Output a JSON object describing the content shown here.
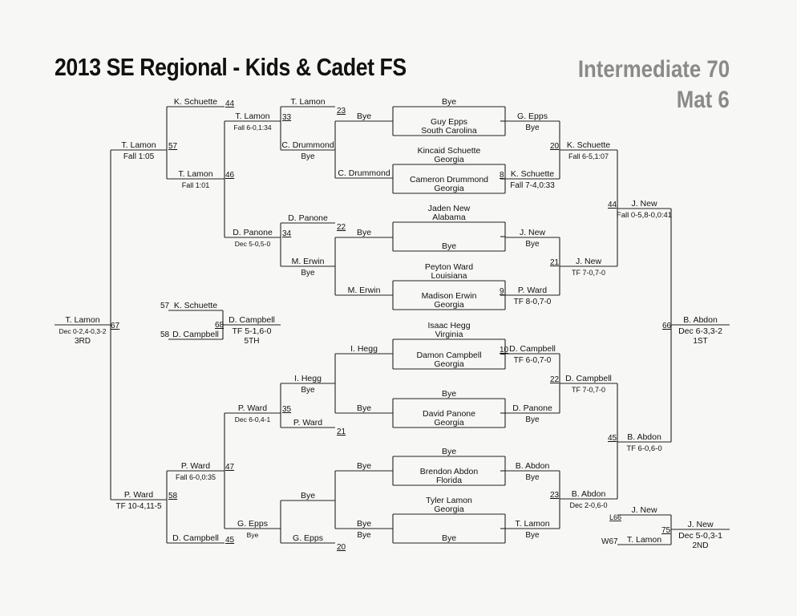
{
  "header": {
    "title": "2013 SE Regional - Kids & Cadet FS",
    "division": "Intermediate 70",
    "mat": "Mat 6"
  },
  "wrestlers": [
    {
      "name": "Guy Epps",
      "state": "South Carolina"
    },
    {
      "name": "Kincaid Schuette",
      "state": "Georgia"
    },
    {
      "name": "Cameron Drummond",
      "state": "Georgia"
    },
    {
      "name": "Jaden New",
      "state": "Alabama"
    },
    {
      "name": "Peyton Ward",
      "state": "Louisiana"
    },
    {
      "name": "Madison Erwin",
      "state": "Georgia"
    },
    {
      "name": "Isaac Hegg",
      "state": "Virginia"
    },
    {
      "name": "Damon Campbell",
      "state": "Georgia"
    },
    {
      "name": "David Panone",
      "state": "Georgia"
    },
    {
      "name": "Brendon Abdon",
      "state": "Florida"
    },
    {
      "name": "Tyler Lamon",
      "state": "Georgia"
    }
  ],
  "bye_label": "Bye",
  "championship": {
    "r1_right": [
      {
        "name": "G. Epps",
        "sub": "Bye"
      },
      {
        "name": "K. Schuette",
        "sub": "Fall 7-4,0:33",
        "bout": "8"
      },
      {
        "name": "J. New",
        "sub": "Bye"
      },
      {
        "name": "P. Ward",
        "sub": "TF 8-0,7-0",
        "bout": "9"
      },
      {
        "name": "D. Campbell",
        "sub": "TF 6-0,7-0",
        "bout": "10"
      },
      {
        "name": "D. Panone",
        "sub": "Bye"
      },
      {
        "name": "B. Abdon",
        "sub": "Bye"
      },
      {
        "name": "T. Lamon",
        "sub": "Bye"
      }
    ],
    "quarters": [
      {
        "name": "K. Schuette",
        "sub": "Fall 6-5,1:07",
        "bout": "20"
      },
      {
        "name": "J. New",
        "sub": "TF 7-0,7-0",
        "bout": "21"
      },
      {
        "name": "D. Campbell",
        "sub": "TF 7-0,7-0",
        "bout": "22"
      },
      {
        "name": "B. Abdon",
        "sub": "Dec 2-0,6-0",
        "bout": "23"
      }
    ],
    "semis": [
      {
        "name": "J. New",
        "sub": "Fall 0-5,8-0,0:41",
        "bout": "44"
      },
      {
        "name": "B. Abdon",
        "sub": "TF 6-0,6-0",
        "bout": "45"
      }
    ],
    "final": {
      "name": "B. Abdon",
      "sub": "Dec 6-3,3-2",
      "place": "1ST",
      "bout": "66"
    }
  },
  "second": {
    "top": {
      "name": "J. New",
      "bout": "L66"
    },
    "bottom": {
      "name": "T. Lamon",
      "bout": "W67"
    },
    "result": {
      "name": "J. New",
      "sub": "Dec 5-0,3-1",
      "place": "2ND",
      "bout": "75"
    }
  },
  "consolation": {
    "c1": [
      {
        "name": "T. Lamon",
        "bout": "23"
      },
      {
        "name": "C. Drummond",
        "sub": "Bye"
      },
      {
        "name": "C. Drummond"
      },
      {
        "name": "D. Panone",
        "bout": "22"
      },
      {
        "name": "M. Erwin",
        "sub": "Bye"
      },
      {
        "name": "M. Erwin"
      },
      {
        "name": "I. Hegg"
      },
      {
        "name": "I. Hegg",
        "sub": "Bye"
      },
      {
        "name": "P. Ward",
        "bout": "21"
      },
      {
        "name": "Bye"
      },
      {
        "name": "Bye",
        "sub": "Bye"
      },
      {
        "name": "G. Epps",
        "bout": "20"
      }
    ],
    "c2": [
      {
        "name": "T. Lamon",
        "sub": "Fall 6-0,1:34",
        "bout": "33"
      },
      {
        "name": "D. Panone",
        "sub": "Dec 5-0,5-0",
        "bout": "34"
      },
      {
        "name": "P. Ward",
        "sub": "Dec 6-0,4-1",
        "bout": "35"
      },
      {
        "name": "G. Epps",
        "sub": "Bye"
      }
    ],
    "c3": [
      {
        "name": "K. Schuette",
        "bout": "44"
      },
      {
        "name": "T. Lamon",
        "sub": "Fall 1:01",
        "bout": "46"
      },
      {
        "name": "P. Ward",
        "sub": "Fall 6-0,0:35",
        "bout": "47"
      },
      {
        "name": "D. Campbell",
        "bout": "45"
      }
    ],
    "c4": [
      {
        "name": "T. Lamon",
        "sub": "Fall 1:05",
        "bout": "57"
      },
      {
        "name": "P. Ward",
        "sub": "TF 10-4,11-5",
        "bout": "58"
      }
    ],
    "third": {
      "name": "T. Lamon",
      "sub": "Dec 0-2,4-0,3-2",
      "place": "3RD",
      "bout": "67"
    }
  },
  "fifth": {
    "top": {
      "name": "K. Schuette",
      "bout": "57"
    },
    "bottom": {
      "name": "D. Campbell",
      "bout": "58"
    },
    "result": {
      "name": "D. Campbell",
      "sub": "TF 5-1,6-0",
      "place": "5TH",
      "bout": "68"
    }
  }
}
